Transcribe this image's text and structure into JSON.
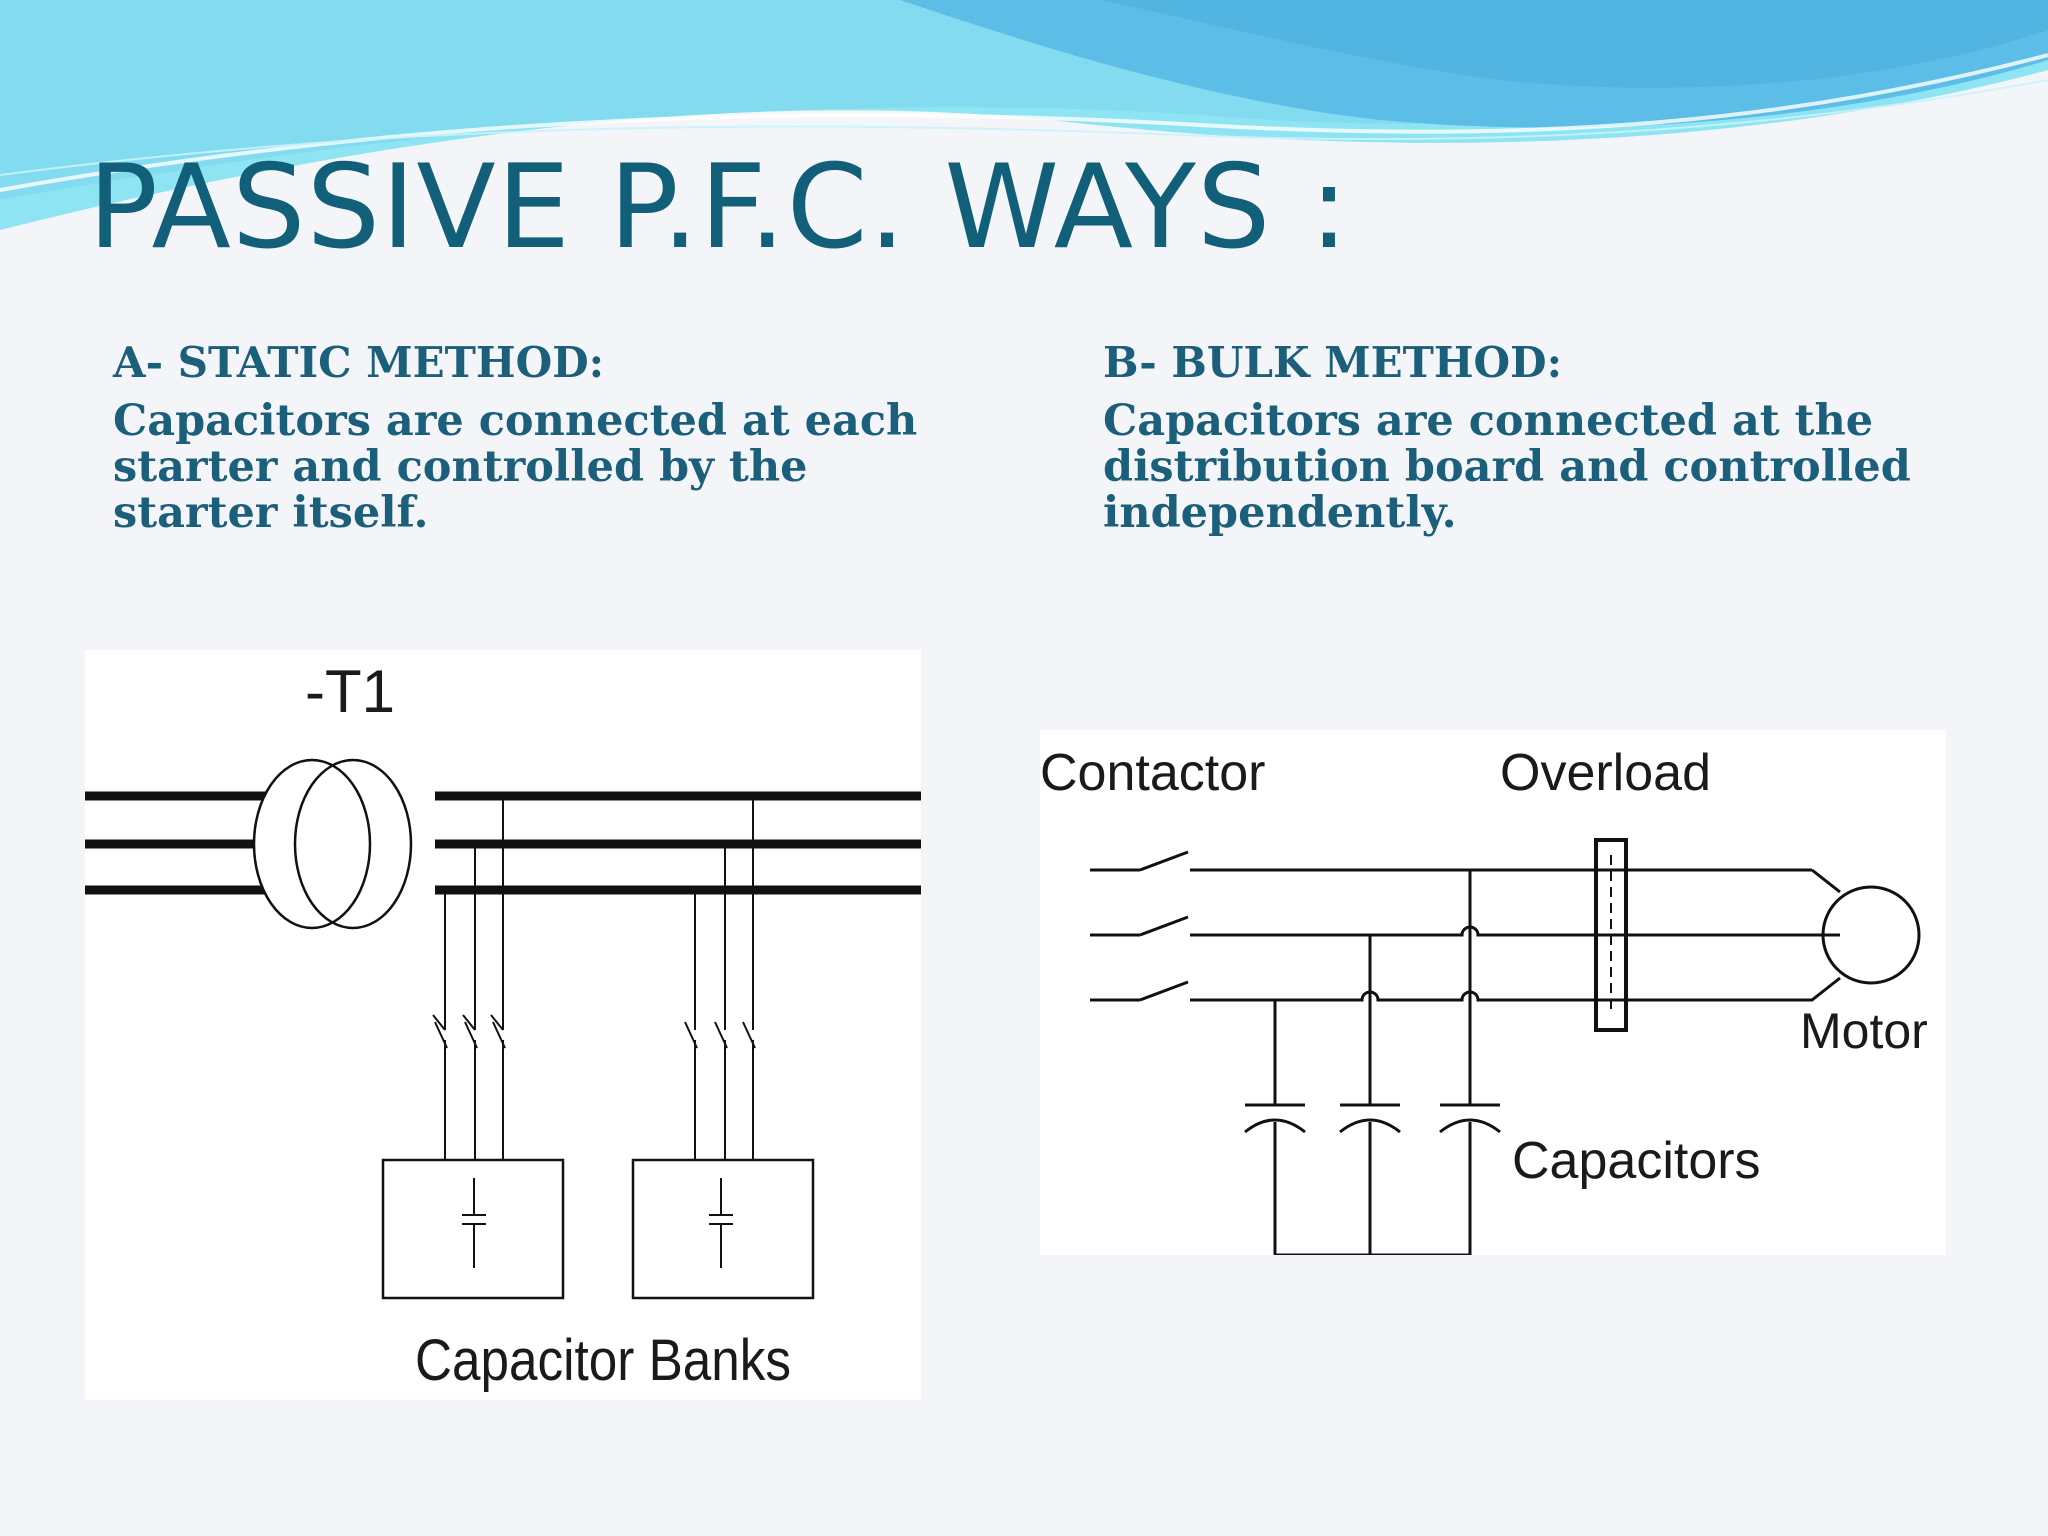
{
  "slide": {
    "title": "PASSIVE P.F.C. WAYS :",
    "colors": {
      "title": "#115f78",
      "body_text": "#1b5f7a",
      "wave_light": "#8ee4f2",
      "wave_dark": "#4fb3df"
    }
  },
  "static_method": {
    "heading": "A- STATIC METHOD:",
    "lines": [
      "Capacitors are connected at each",
      "starter and controlled by the",
      "starter itself."
    ]
  },
  "bulk_method": {
    "heading": "B- BULK METHOD:",
    "lines": [
      "Capacitors are connected at the",
      "distribution  board and controlled",
      "independently."
    ]
  },
  "diagram_static": {
    "transformer_label": "-T1",
    "banks_label": "Capacitor Banks"
  },
  "diagram_bulk": {
    "contactor_label": "Contactor",
    "overload_label": "Overload",
    "motor_label": "Motor",
    "capacitors_label": "Capacitors"
  }
}
